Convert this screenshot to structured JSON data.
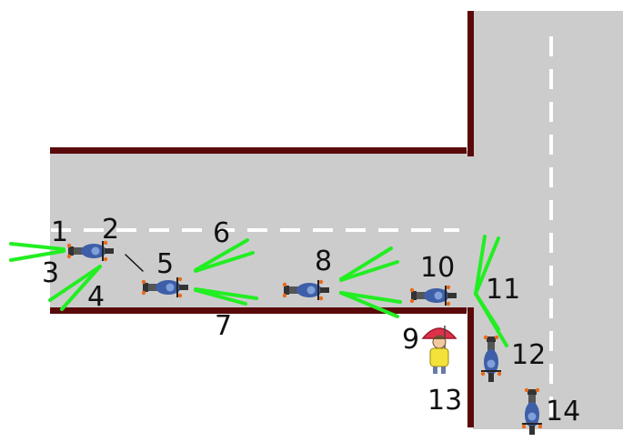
{
  "colors": {
    "road": "#cccccc",
    "wall": "#5a0a0a",
    "lane_dash": "#ffffff",
    "sight_line": "#22ee22",
    "bike_body": "#3e5fa8",
    "bike_dark": "#333333",
    "signal": "#e86a1a",
    "umbrella": "#e0304a",
    "raincoat": "#f2e23a"
  },
  "labels": {
    "n1": "1",
    "n2": "2",
    "n3": "3",
    "n4": "4",
    "n5": "5",
    "n6": "6",
    "n7": "7",
    "n8": "8",
    "n9": "9",
    "n10": "10",
    "n11": "11",
    "n12": "12",
    "n13": "13",
    "n14": "14"
  }
}
